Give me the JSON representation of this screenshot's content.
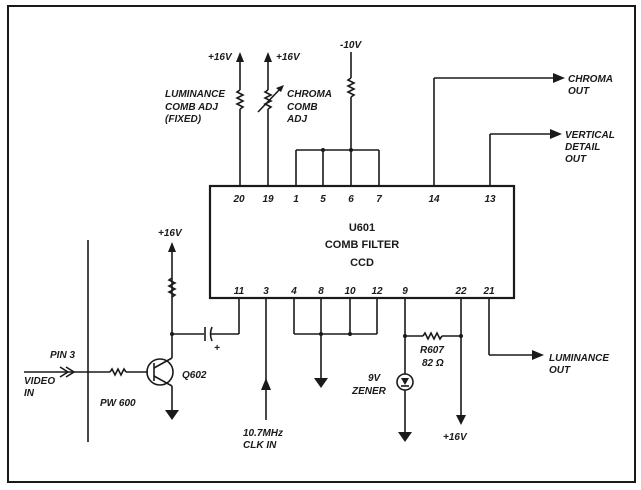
{
  "ic": {
    "ref": "U601",
    "name": "COMB FILTER",
    "type": "CCD",
    "top_pins": [
      "20",
      "19",
      "1",
      "5",
      "6",
      "7",
      "14",
      "13"
    ],
    "bottom_pins": [
      "11",
      "3",
      "4",
      "8",
      "10",
      "12",
      "9",
      "22",
      "21"
    ]
  },
  "supplies": {
    "lum_supply": "+16V",
    "chroma_supply": "+16V",
    "neg_supply": "-10V",
    "q602_supply": "+16V",
    "pin22_supply": "+16V"
  },
  "adjustments": {
    "luminance": [
      "LUMINANCE",
      "COMB ADJ",
      "(FIXED)"
    ],
    "chroma": [
      "CHROMA",
      "COMB",
      "ADJ"
    ]
  },
  "outputs": {
    "chroma": [
      "CHROMA",
      "OUT"
    ],
    "vertical": [
      "VERTICAL",
      "DETAIL",
      "OUT"
    ],
    "luminance": [
      "LUMINANCE",
      "OUT"
    ]
  },
  "input": {
    "pin": "PIN 3",
    "video": [
      "VIDEO",
      "IN"
    ],
    "pw": "PW 600",
    "transistor": "Q602",
    "cap_polarity": "+"
  },
  "clock": [
    "10.7MHz",
    "CLK IN"
  ],
  "zener": [
    "9V",
    "ZENER"
  ],
  "resistor": [
    "R607",
    "82 Ω"
  ]
}
